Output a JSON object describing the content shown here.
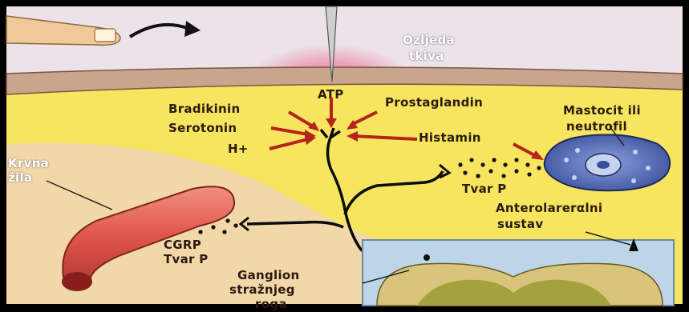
{
  "labels": {
    "injury": [
      "Ozljeda",
      "tkiva"
    ],
    "atp": "ATP",
    "prostaglandin": "Prostaglandin",
    "bradikinin": "Bradikinin",
    "serotonin": "Serotonin",
    "h_plus": "H+",
    "histamin": "Histamin",
    "mastocit": [
      "Mastocit ili",
      "neutrofil"
    ],
    "tvar_p_right": "Tvar P",
    "krvna_zila": [
      "Krvna",
      "žila"
    ],
    "cgrp": [
      "CGRP",
      "Tvar P"
    ],
    "anterolateral": [
      "Anterolarerαlni",
      "sustav"
    ],
    "ganglion": [
      "Ganglion",
      "stražnjeg",
      "roga"
    ]
  },
  "colors": {
    "skin_top": "#ece2ea",
    "skin_surface": "#c9a58d",
    "tissue_yellow": "#f7e55f",
    "tissue_beige": "#f2d7a8",
    "vessel": "#e2574c",
    "mast_cell": "#4d67b7",
    "nerve": "#0c0c0c",
    "spinal_bg": "#bcd6e7",
    "grey_matter": "#a4a23f"
  }
}
